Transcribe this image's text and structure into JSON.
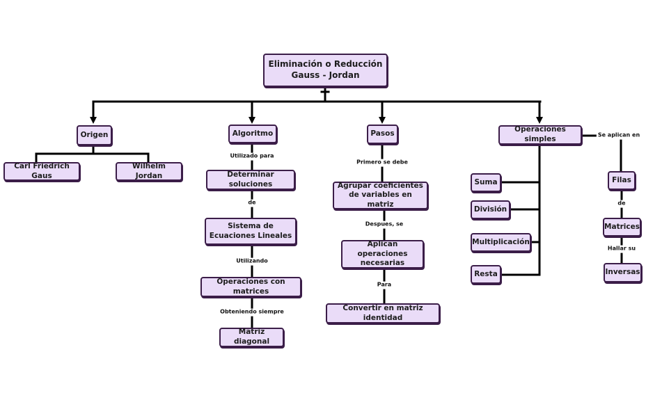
{
  "nodes": {
    "root": "Eliminación o Reducción Gauss - Jordan",
    "origen": "Origen",
    "gaus": "Carl Friedrich Gaus",
    "jordan": "Wilhelm Jordan",
    "algoritmo": "Algoritmo",
    "determinar": "Determinar soluciones",
    "sistema": "Sistema de Ecuaciones Lineales",
    "opmatrices": "Operaciones con matrices",
    "diagonal": "Matriz diagonal",
    "pasos": "Pasos",
    "agrupar": "Agrupar coeficientes de variables en matriz",
    "aplican": "Aplican operaciones necesarias",
    "convertir": "Convertir en matriz identidad",
    "opsimples": "Operaciones simples",
    "suma": "Suma",
    "division": "División",
    "multiplicacion": "Multiplicación",
    "resta": "Resta",
    "filas": "Filas",
    "matrices": "Matrices",
    "inversas": "Inversas"
  },
  "links": {
    "utilizado": "Utilizado para",
    "de1": "de",
    "utilizando": "Utilizando",
    "obteniendo": "Obteniendo siempre",
    "primero": "Primero se debe",
    "despues": "Despues, se",
    "para": "Para",
    "seaplican": "Se aplican en",
    "de2": "de",
    "hallar": "Hallar su"
  },
  "colors": {
    "node_fill": "#eadcf8",
    "node_border": "#3b1d48",
    "connector": "#000000"
  }
}
